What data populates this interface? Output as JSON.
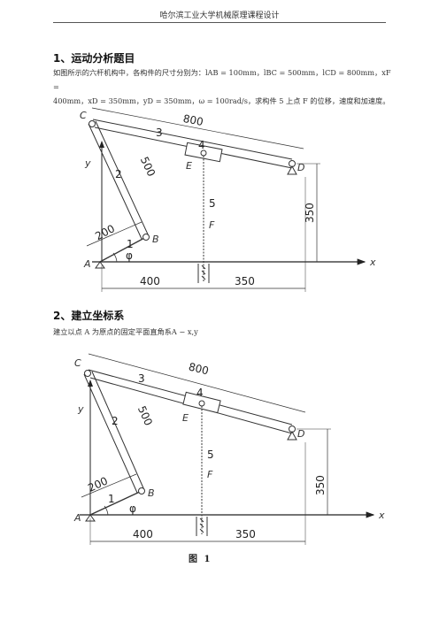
{
  "header": {
    "title": "哈尔滨工业大学机械原理课程设计"
  },
  "sections": [
    {
      "heading": "1、运动分析题目",
      "para_line1": "如图所示的六杆机构中，各构件的尺寸分别为：lAB = 100mm，lBC = 500mm，lCD = 800mm，xF =",
      "para_line2": "400mm，xD = 350mm，yD = 350mm，ω = 100rad/s，求构件 5 上点 F 的位移，速度和加速度。"
    },
    {
      "heading": "2、建立坐标系",
      "para_line1": "建立以点 A 为原点的固定平面直角系A − x,y"
    }
  ],
  "figure": {
    "points": {
      "A": "A",
      "B": "B",
      "C": "C",
      "D": "D",
      "E": "E",
      "F": "F"
    },
    "axes": {
      "x": "x",
      "y": "y"
    },
    "links": {
      "l1": "1",
      "l2": "2",
      "l3": "3",
      "l4": "4",
      "l5": "5"
    },
    "dims": {
      "ab": "200",
      "bc": "500",
      "cd": "800",
      "xf": "400",
      "xd": "350",
      "yd": "350"
    },
    "angle": "φ",
    "caption": "图   1"
  }
}
